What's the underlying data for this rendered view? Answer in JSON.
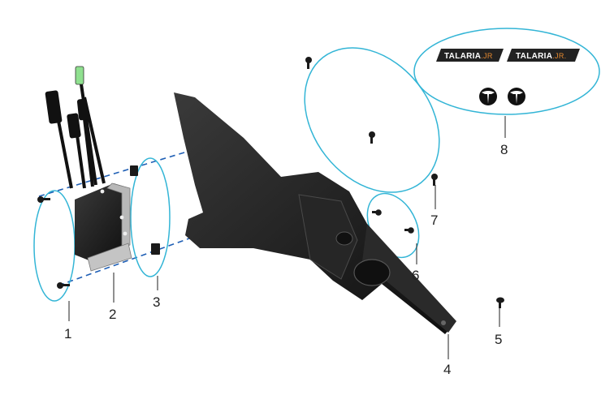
{
  "diagram": {
    "parts": [
      {
        "number": "1"
      },
      {
        "number": "2"
      },
      {
        "number": "3"
      },
      {
        "number": "4"
      },
      {
        "number": "5"
      },
      {
        "number": "6"
      },
      {
        "number": "7"
      },
      {
        "number": "8"
      }
    ],
    "decals": [
      {
        "brand": "TALARIA",
        "suffix": ".JR"
      },
      {
        "brand": "TALARIA",
        "suffix": ".JR."
      }
    ],
    "colors": {
      "group_ellipse": "#33b5d6",
      "leader_dash": "#1f5fb5",
      "part_body": "#1a1a1a",
      "bracket_metal": "#b8b8b8",
      "wire_connector": "#8fe08f",
      "decal_background": "#222222",
      "decal_accent": "#e5892f"
    }
  }
}
